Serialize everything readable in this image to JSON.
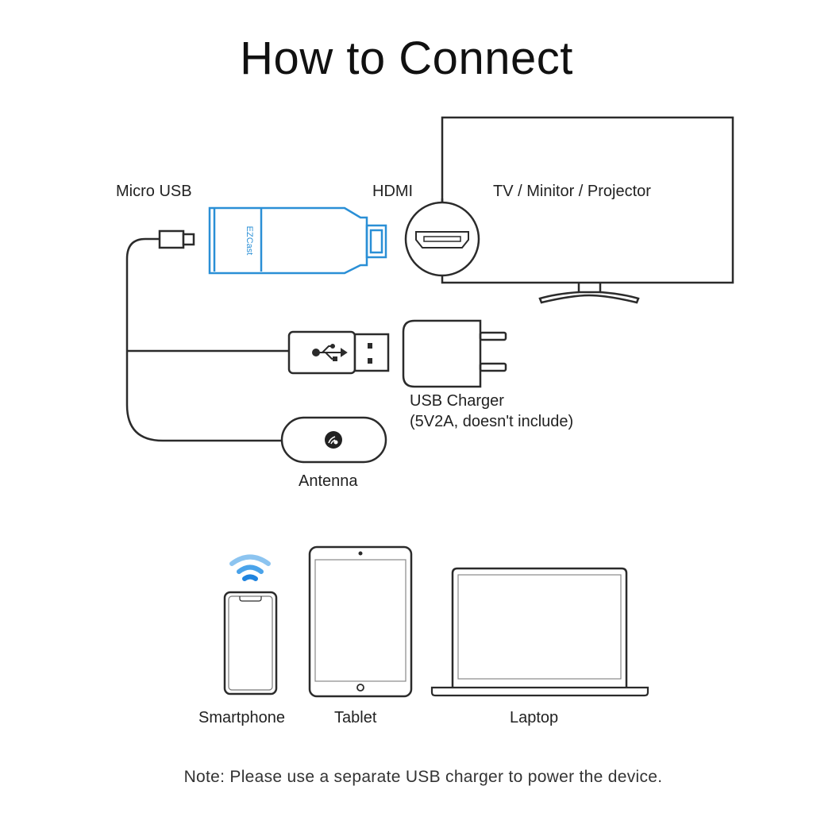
{
  "title": "How to Connect",
  "labels": {
    "micro_usb": "Micro USB",
    "hdmi": "HDMI",
    "display": "TV / Minitor / Projector",
    "usb_charger_line1": "USB Charger",
    "usb_charger_line2": "(5V2A, doesn't include)",
    "antenna": "Antenna",
    "dongle_brand": "EZCast"
  },
  "devices": [
    {
      "name": "Smartphone",
      "icon": "smartphone-icon"
    },
    {
      "name": "Tablet",
      "icon": "tablet-icon"
    },
    {
      "name": "Laptop",
      "icon": "laptop-icon"
    }
  ],
  "note": "Note: Please use a separate USB charger to power the device.",
  "colors": {
    "line": "#2b2b2b",
    "dongle_blue": "#2a8fd6",
    "wifi_blue": "#2f8fe0"
  }
}
